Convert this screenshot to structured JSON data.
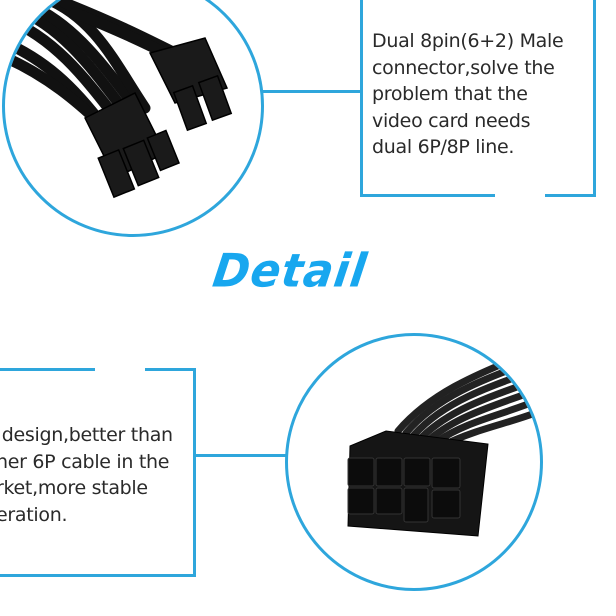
{
  "title": "Detail",
  "colors": {
    "accent_blue": "#2ea6dc",
    "title_blue": "#18a7ef",
    "text": "#2a2a2a",
    "background": "#ffffff"
  },
  "panels": [
    {
      "id": "top",
      "image": "6+2pin-connector-photo",
      "caption_lines": [
        "Dual 8pin(6+2) Male",
        "connector,solve the",
        "problem that the",
        "video card needs",
        "dual 6P/8P line."
      ]
    },
    {
      "id": "bottom",
      "image": "8pin-connector-photo",
      "caption_lines": [
        " design,better than",
        "her 6P cable in the",
        "rket,more stable",
        "eration."
      ]
    }
  ]
}
